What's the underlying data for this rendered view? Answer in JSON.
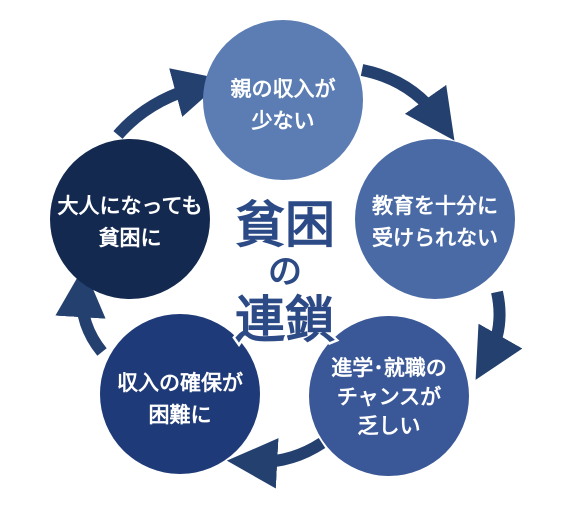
{
  "colors": {
    "node_1": "#5b7db3",
    "node_2": "#4a6aa6",
    "node_3": "#3a5797",
    "node_4": "#1f3a78",
    "node_5": "#13294f",
    "arrow": "#24406f",
    "center_text": "#2c4a86"
  },
  "center": {
    "line1": "貧困",
    "line2": "の",
    "line3": "連鎖"
  },
  "nodes": [
    {
      "line1": "親の収入が",
      "line2": "少ない"
    },
    {
      "line1": "教育を十分に",
      "line2": "受けられない"
    },
    {
      "line1": "進学･就職の",
      "line2": "チャンスが",
      "line3": "乏しい"
    },
    {
      "line1": "収入の確保が",
      "line2": "困難に"
    },
    {
      "line1": "大人になっても",
      "line2": "貧困に"
    }
  ],
  "arrow_icon": "curved-arrow-icon"
}
